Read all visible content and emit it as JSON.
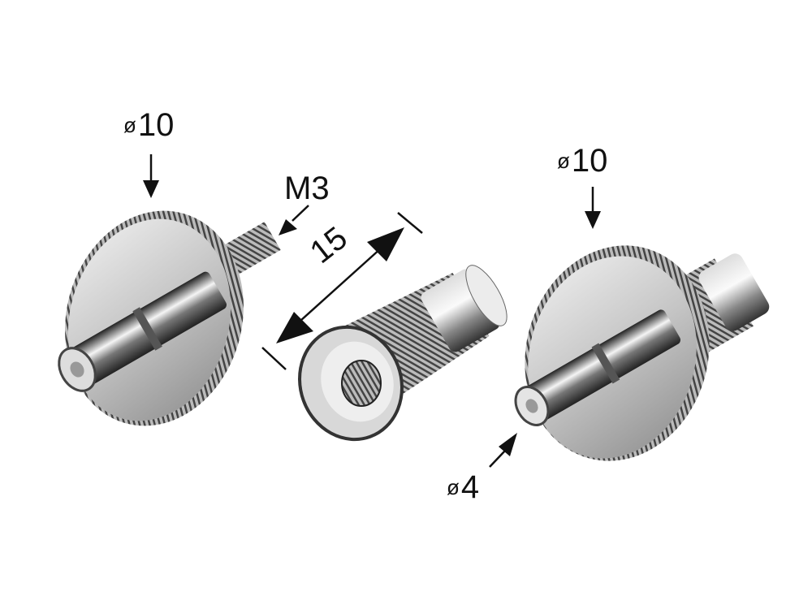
{
  "labels": {
    "left_diameter": {
      "symbol": "ø",
      "value": "10"
    },
    "thread": "M3",
    "length": "15",
    "right_diameter": {
      "symbol": "ø",
      "value": "10"
    },
    "pin_diameter": {
      "symbol": "ø",
      "value": "4"
    }
  },
  "colors": {
    "metal_light": "#e8e8e8",
    "metal_mid": "#a8a8a8",
    "metal_dark": "#3a3a3a",
    "annotation": "#111111"
  }
}
